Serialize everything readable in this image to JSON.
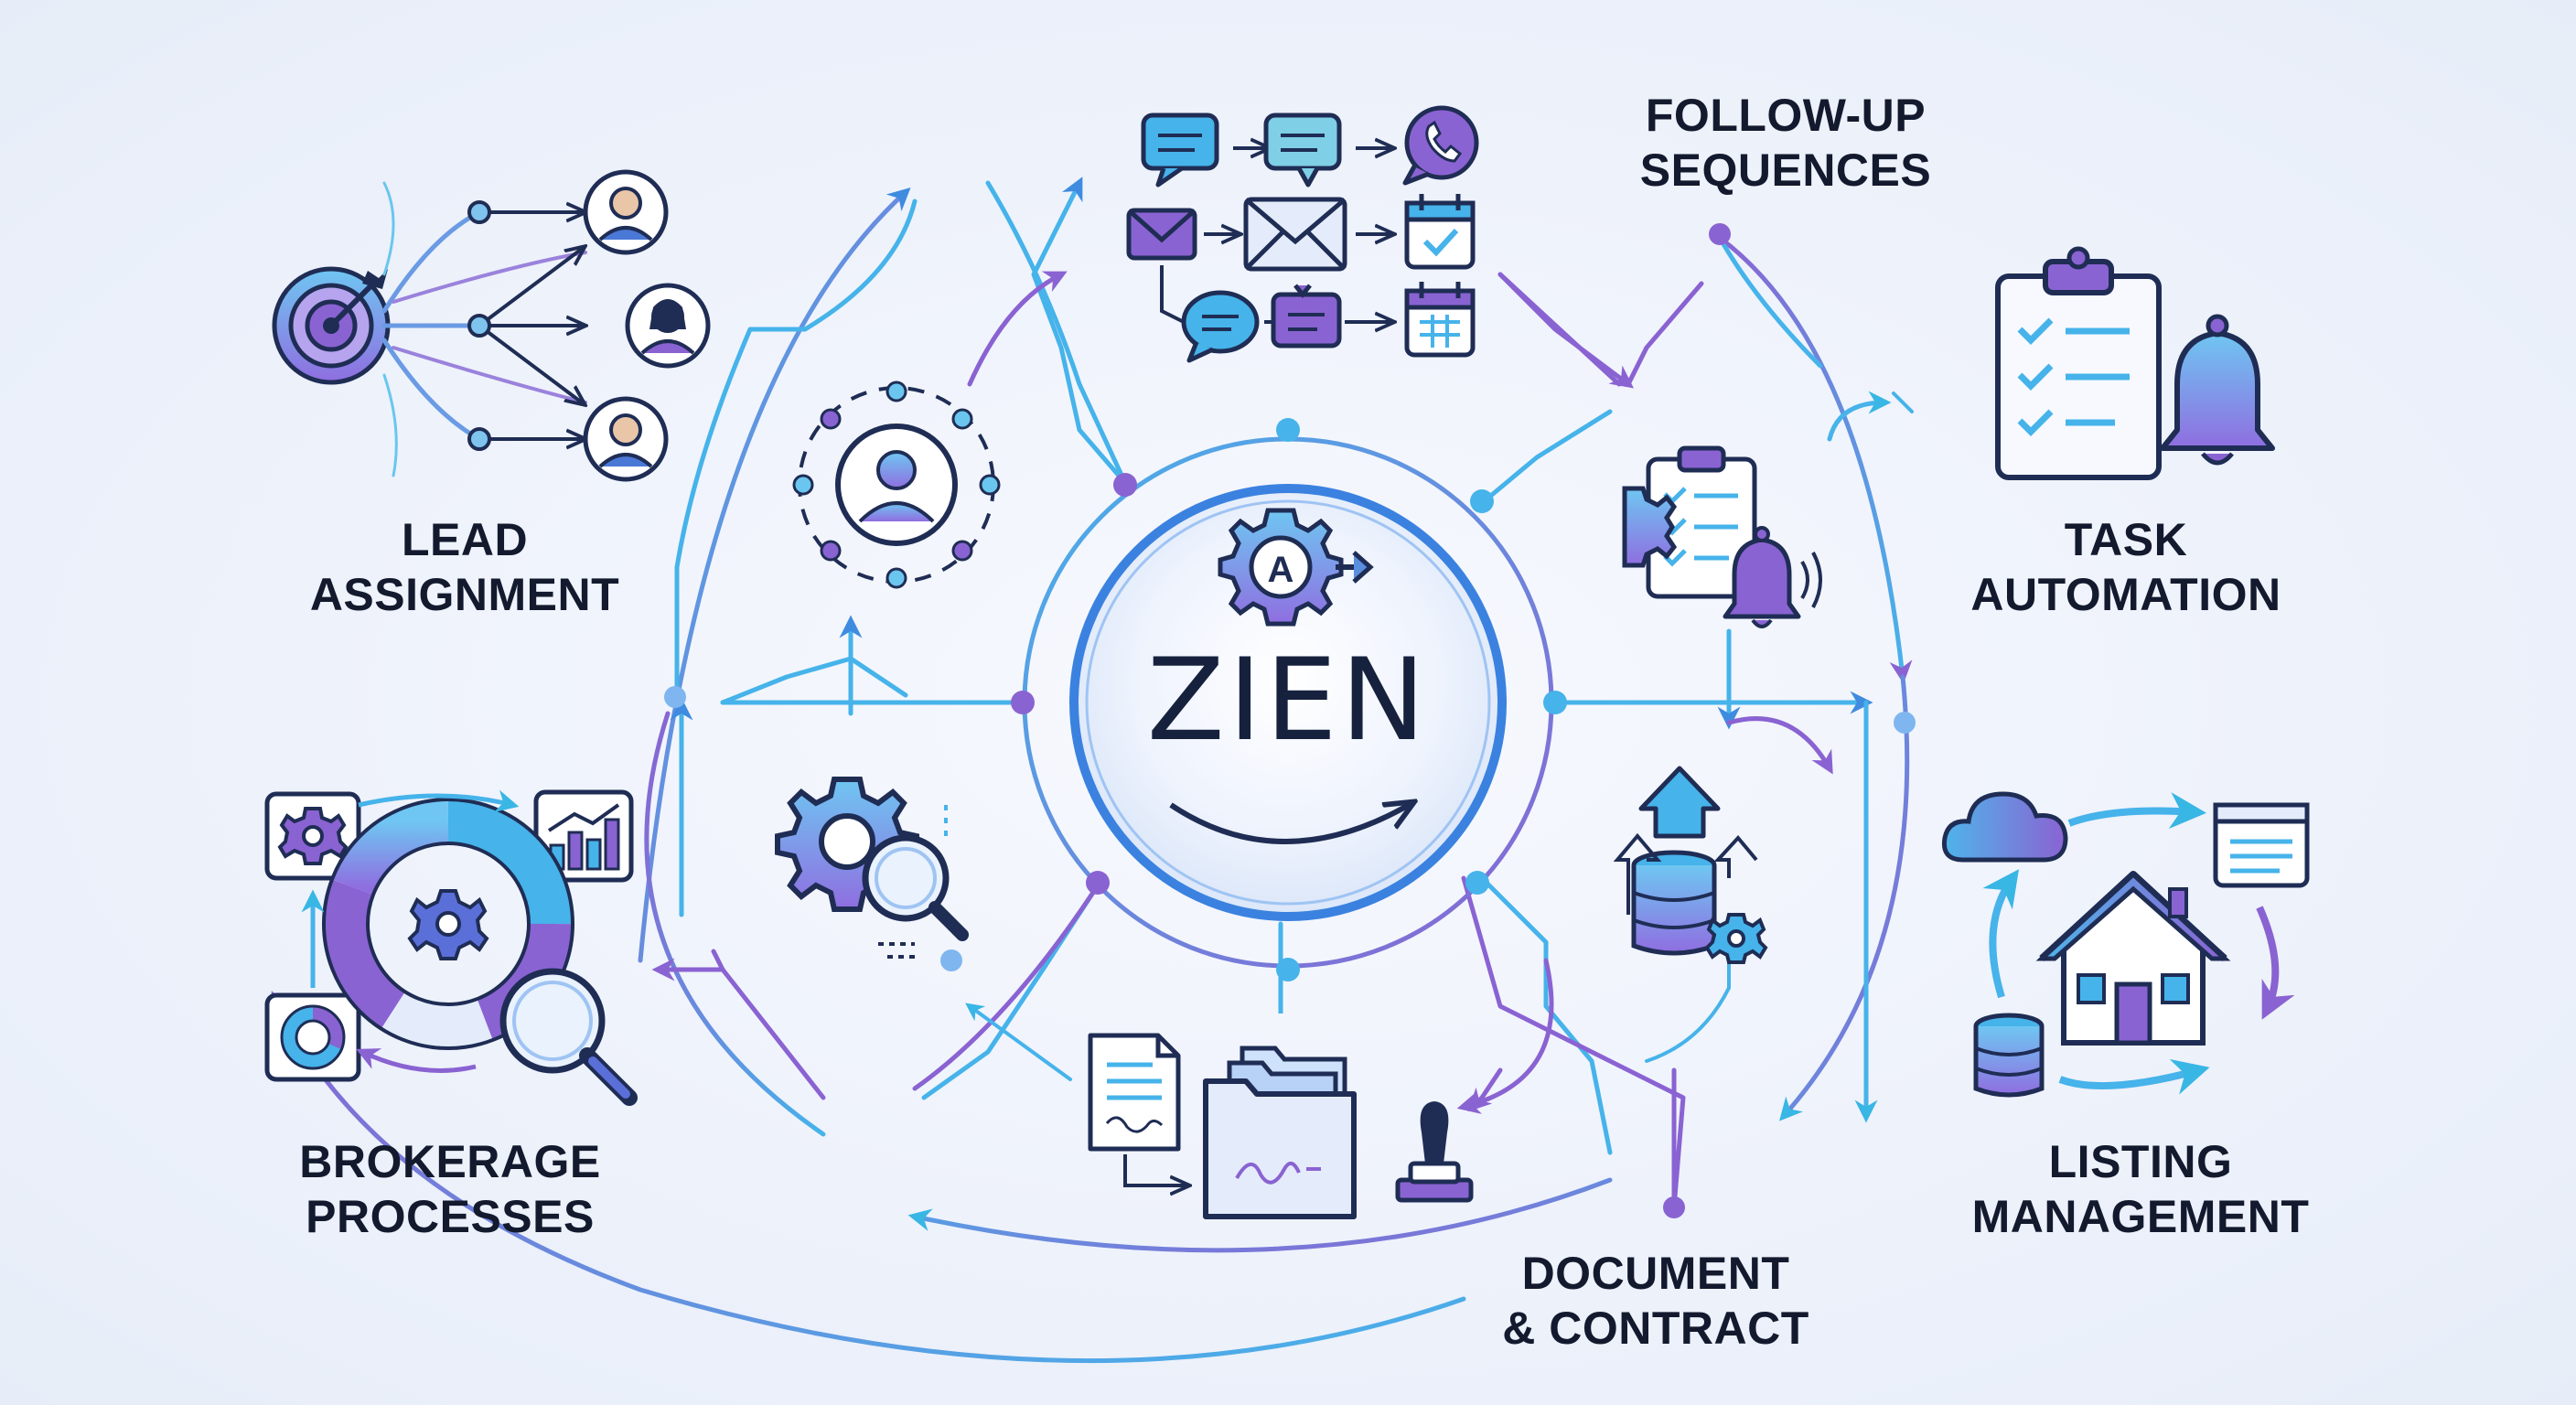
{
  "center": {
    "title": "ZIEN",
    "badge_letter": "A"
  },
  "labels": {
    "lead_assignment": [
      "LEAD",
      "ASSIGNMENT"
    ],
    "follow_up": [
      "FOLLOW-UP",
      "SEQUENCES"
    ],
    "task_automation": [
      "TASK",
      "AUTOMATION"
    ],
    "listing_management": [
      "LISTING",
      "MANAGEMENT"
    ],
    "document_contract": [
      "DOCUMENT",
      "& CONTRACT"
    ],
    "brokerage_processes": [
      "BROKERAGE",
      "PROCESSES"
    ]
  },
  "icons": [
    "target-icon",
    "person-icon",
    "team-network-icon",
    "chat-bubble-icon",
    "envelope-icon",
    "calendar-icon",
    "phone-icon",
    "clipboard-checklist-icon",
    "bell-icon",
    "gear-icon",
    "magnifier-icon",
    "database-icon",
    "upload-arrow-icon",
    "house-icon",
    "cloud-icon",
    "document-icon",
    "folder-icon",
    "stamp-icon",
    "bar-chart-icon",
    "donut-chart-icon"
  ],
  "colors": {
    "blue": "#3b82e0",
    "cyan": "#38b6e4",
    "purple": "#8a63d2",
    "navy": "#1f2d55",
    "text": "#141a2e"
  }
}
